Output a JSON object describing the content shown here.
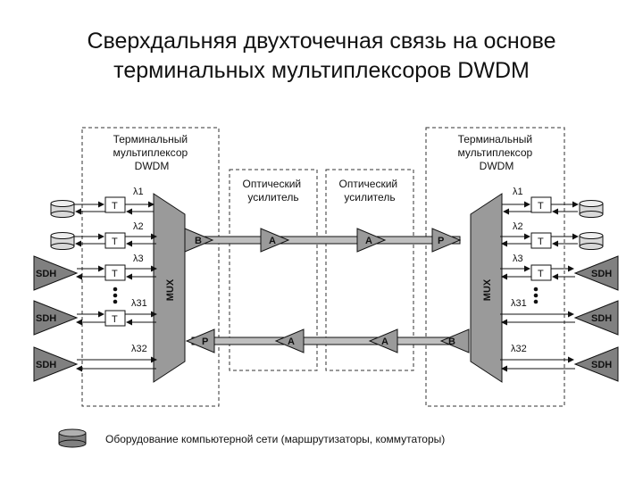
{
  "title_line1": "Сверхдальняя двухточечная связь на основе",
  "title_line2": "терминальных мультиплексоров DWDM",
  "left_terminal_caption": [
    "Терминальный",
    "мультиплексор",
    "DWDM"
  ],
  "right_terminal_caption": [
    "Терминальный",
    "мультиплексор",
    "DWDM"
  ],
  "amp1_caption": [
    "Оптический",
    "усилитель"
  ],
  "amp2_caption": [
    "Оптический",
    "усилитель"
  ],
  "mux_label": "MUX",
  "transponder_label": "T",
  "sdh_label": "SDH",
  "block_labels": {
    "booster": "B",
    "preamp": "P",
    "amp": "A"
  },
  "lambda_labels": [
    "λ1",
    "λ2",
    "λ3",
    "λ31",
    "λ32"
  ],
  "legend_text": "Оборудование компьютерной сети (маршрутизаторы, коммутаторы)",
  "colors": {
    "line": "#111111",
    "fiber": "#bfbfbf",
    "block": "#9a9a9a",
    "sdh": "#808080",
    "db": "#d9d9d9"
  }
}
